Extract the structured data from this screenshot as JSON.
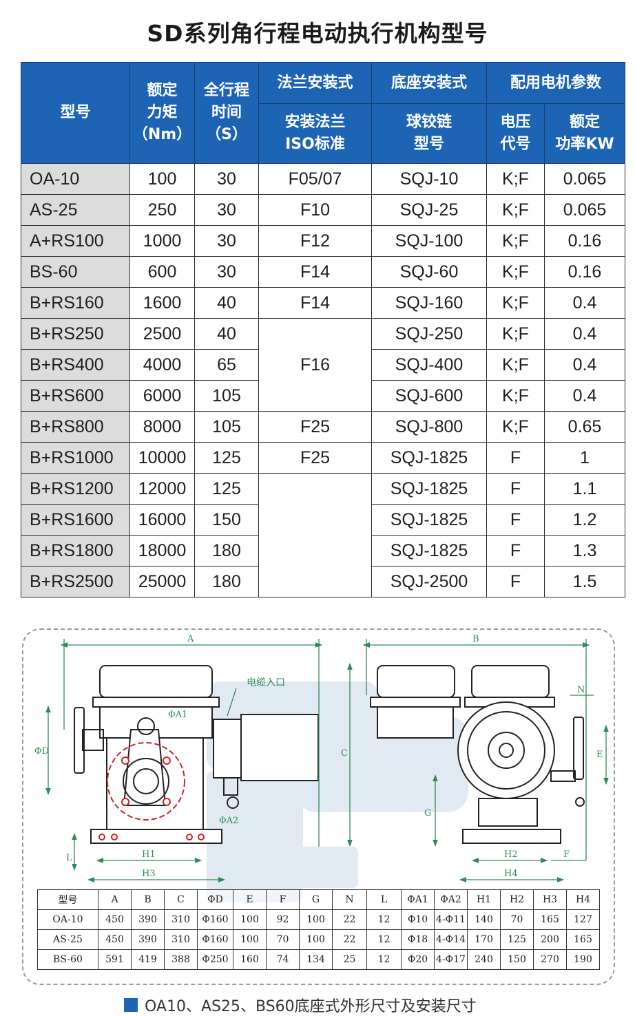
{
  "title": "SD系列角行程电动执行机构型号",
  "spec_table": {
    "headers": {
      "model": "型号",
      "torque": [
        "额定",
        "力矩",
        "（Nm）"
      ],
      "stroke": [
        "全行程",
        "时间",
        "（S）"
      ],
      "flange_group": "法兰安装式",
      "flange": [
        "安装法兰",
        "ISO标准"
      ],
      "base_group": "底座安装式",
      "base": [
        "球铰链",
        "型号"
      ],
      "motor_group": "配用电机参数",
      "voltage": [
        "电压",
        "代号"
      ],
      "power": [
        "额定",
        "功率KW"
      ]
    },
    "rows": [
      {
        "model": "OA-10",
        "torque": "100",
        "time": "30",
        "flange": "F05/07",
        "base": "SQJ-10",
        "voltage": "K;F",
        "power": "0.065"
      },
      {
        "model": "AS-25",
        "torque": "250",
        "time": "30",
        "flange": "F10",
        "base": "SQJ-25",
        "voltage": "K;F",
        "power": "0.065"
      },
      {
        "model": "A+RS100",
        "torque": "1000",
        "time": "30",
        "flange": "F12",
        "base": "SQJ-100",
        "voltage": "K;F",
        "power": "0.16"
      },
      {
        "model": "BS-60",
        "torque": "600",
        "time": "30",
        "flange": "F14",
        "base": "SQJ-60",
        "voltage": "K;F",
        "power": "0.16"
      },
      {
        "model": "B+RS160",
        "torque": "1600",
        "time": "40",
        "flange": "F14",
        "base": "SQJ-160",
        "voltage": "K;F",
        "power": "0.4"
      },
      {
        "model": "B+RS250",
        "torque": "2500",
        "time": "40",
        "flange": "F16",
        "base": "SQJ-250",
        "voltage": "K;F",
        "power": "0.4"
      },
      {
        "model": "B+RS400",
        "torque": "4000",
        "time": "65",
        "flange": "",
        "base": "SQJ-400",
        "voltage": "K;F",
        "power": "0.4"
      },
      {
        "model": "B+RS600",
        "torque": "6000",
        "time": "105",
        "flange": "",
        "base": "SQJ-600",
        "voltage": "K;F",
        "power": "0.4"
      },
      {
        "model": "B+RS800",
        "torque": "8000",
        "time": "105",
        "flange": "F25",
        "base": "SQJ-800",
        "voltage": "K;F",
        "power": "0.65"
      },
      {
        "model": "B+RS1000",
        "torque": "10000",
        "time": "125",
        "flange": "F25",
        "base": "SQJ-1825",
        "voltage": "F",
        "power": "1"
      },
      {
        "model": "B+RS1200",
        "torque": "12000",
        "time": "125",
        "flange": "",
        "base": "SQJ-1825",
        "voltage": "F",
        "power": "1.1"
      },
      {
        "model": "B+RS1600",
        "torque": "16000",
        "time": "150",
        "flange": "",
        "base": "SQJ-1825",
        "voltage": "F",
        "power": "1.2"
      },
      {
        "model": "B+RS1800",
        "torque": "18000",
        "time": "180",
        "flange": "",
        "base": "SQJ-1825",
        "voltage": "F",
        "power": "1.3"
      },
      {
        "model": "B+RS2500",
        "torque": "25000",
        "time": "180",
        "flange": "",
        "base": "SQJ-2500",
        "voltage": "F",
        "power": "1.5"
      }
    ]
  },
  "drawing_labels": {
    "A": "A",
    "B": "B",
    "C": "C",
    "D": "ΦD",
    "E": "E",
    "F": "F",
    "G": "G",
    "N": "N",
    "L": "L",
    "A1": "ΦA1",
    "A2": "ΦA2",
    "H1": "H1",
    "H2": "H2",
    "H3": "H3",
    "H4": "H4",
    "cable_inlet": "电缆入口"
  },
  "dim_table": {
    "headers": [
      "型号",
      "A",
      "B",
      "C",
      "ΦD",
      "E",
      "F",
      "G",
      "N",
      "L",
      "ΦA1",
      "ΦA2",
      "H1",
      "H2",
      "H3",
      "H4"
    ],
    "rows": [
      [
        "OA-10",
        "450",
        "390",
        "310",
        "Φ160",
        "100",
        "92",
        "100",
        "22",
        "12",
        "Φ10",
        "4-Φ11",
        "140",
        "70",
        "165",
        "127"
      ],
      [
        "AS-25",
        "450",
        "390",
        "310",
        "Φ160",
        "100",
        "70",
        "100",
        "22",
        "12",
        "Φ18",
        "4-Φ14",
        "170",
        "125",
        "200",
        "165"
      ],
      [
        "BS-60",
        "591",
        "419",
        "388",
        "Φ250",
        "160",
        "74",
        "134",
        "25",
        "12",
        "Φ20",
        "4-Φ17",
        "240",
        "150",
        "270",
        "190"
      ]
    ]
  },
  "caption": "OA10、AS25、BS60底座式外形尺寸及安装尺寸",
  "colors": {
    "header_blue": "#1d64b4",
    "model_gray": "#dcdcdc",
    "dim_green": "#2e8b57",
    "hole_red": "#cc2222"
  }
}
